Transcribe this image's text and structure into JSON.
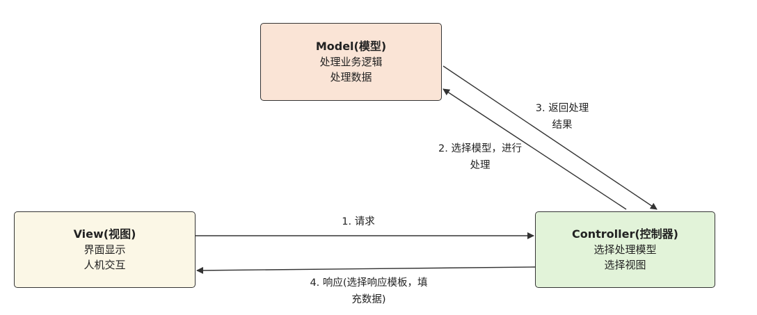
{
  "colors": {
    "model_fill": "#fae4d6",
    "view_fill": "#fbf7e6",
    "controller_fill": "#e2f3d9",
    "stroke": "#333333"
  },
  "nodes": {
    "model": {
      "title": "Model(模型)",
      "lines": [
        "处理业务逻辑",
        "处理数据"
      ]
    },
    "view": {
      "title": "View(视图)",
      "lines": [
        "界面显示",
        "人机交互"
      ]
    },
    "controller": {
      "title": "Controller(控制器)",
      "lines": [
        "选择处理模型",
        "选择视图"
      ]
    }
  },
  "edges": [
    {
      "id": "request",
      "from": "view",
      "to": "controller",
      "label": [
        "1. 请求"
      ]
    },
    {
      "id": "select-model",
      "from": "controller",
      "to": "model",
      "label": [
        "2. 选择模型，进行",
        "处理"
      ]
    },
    {
      "id": "return-result",
      "from": "model",
      "to": "controller",
      "label": [
        "3. 返回处理",
        "结果"
      ]
    },
    {
      "id": "response",
      "from": "controller",
      "to": "view",
      "label": [
        "4. 响应(选择响应模板，填",
        "充数据)"
      ]
    }
  ]
}
